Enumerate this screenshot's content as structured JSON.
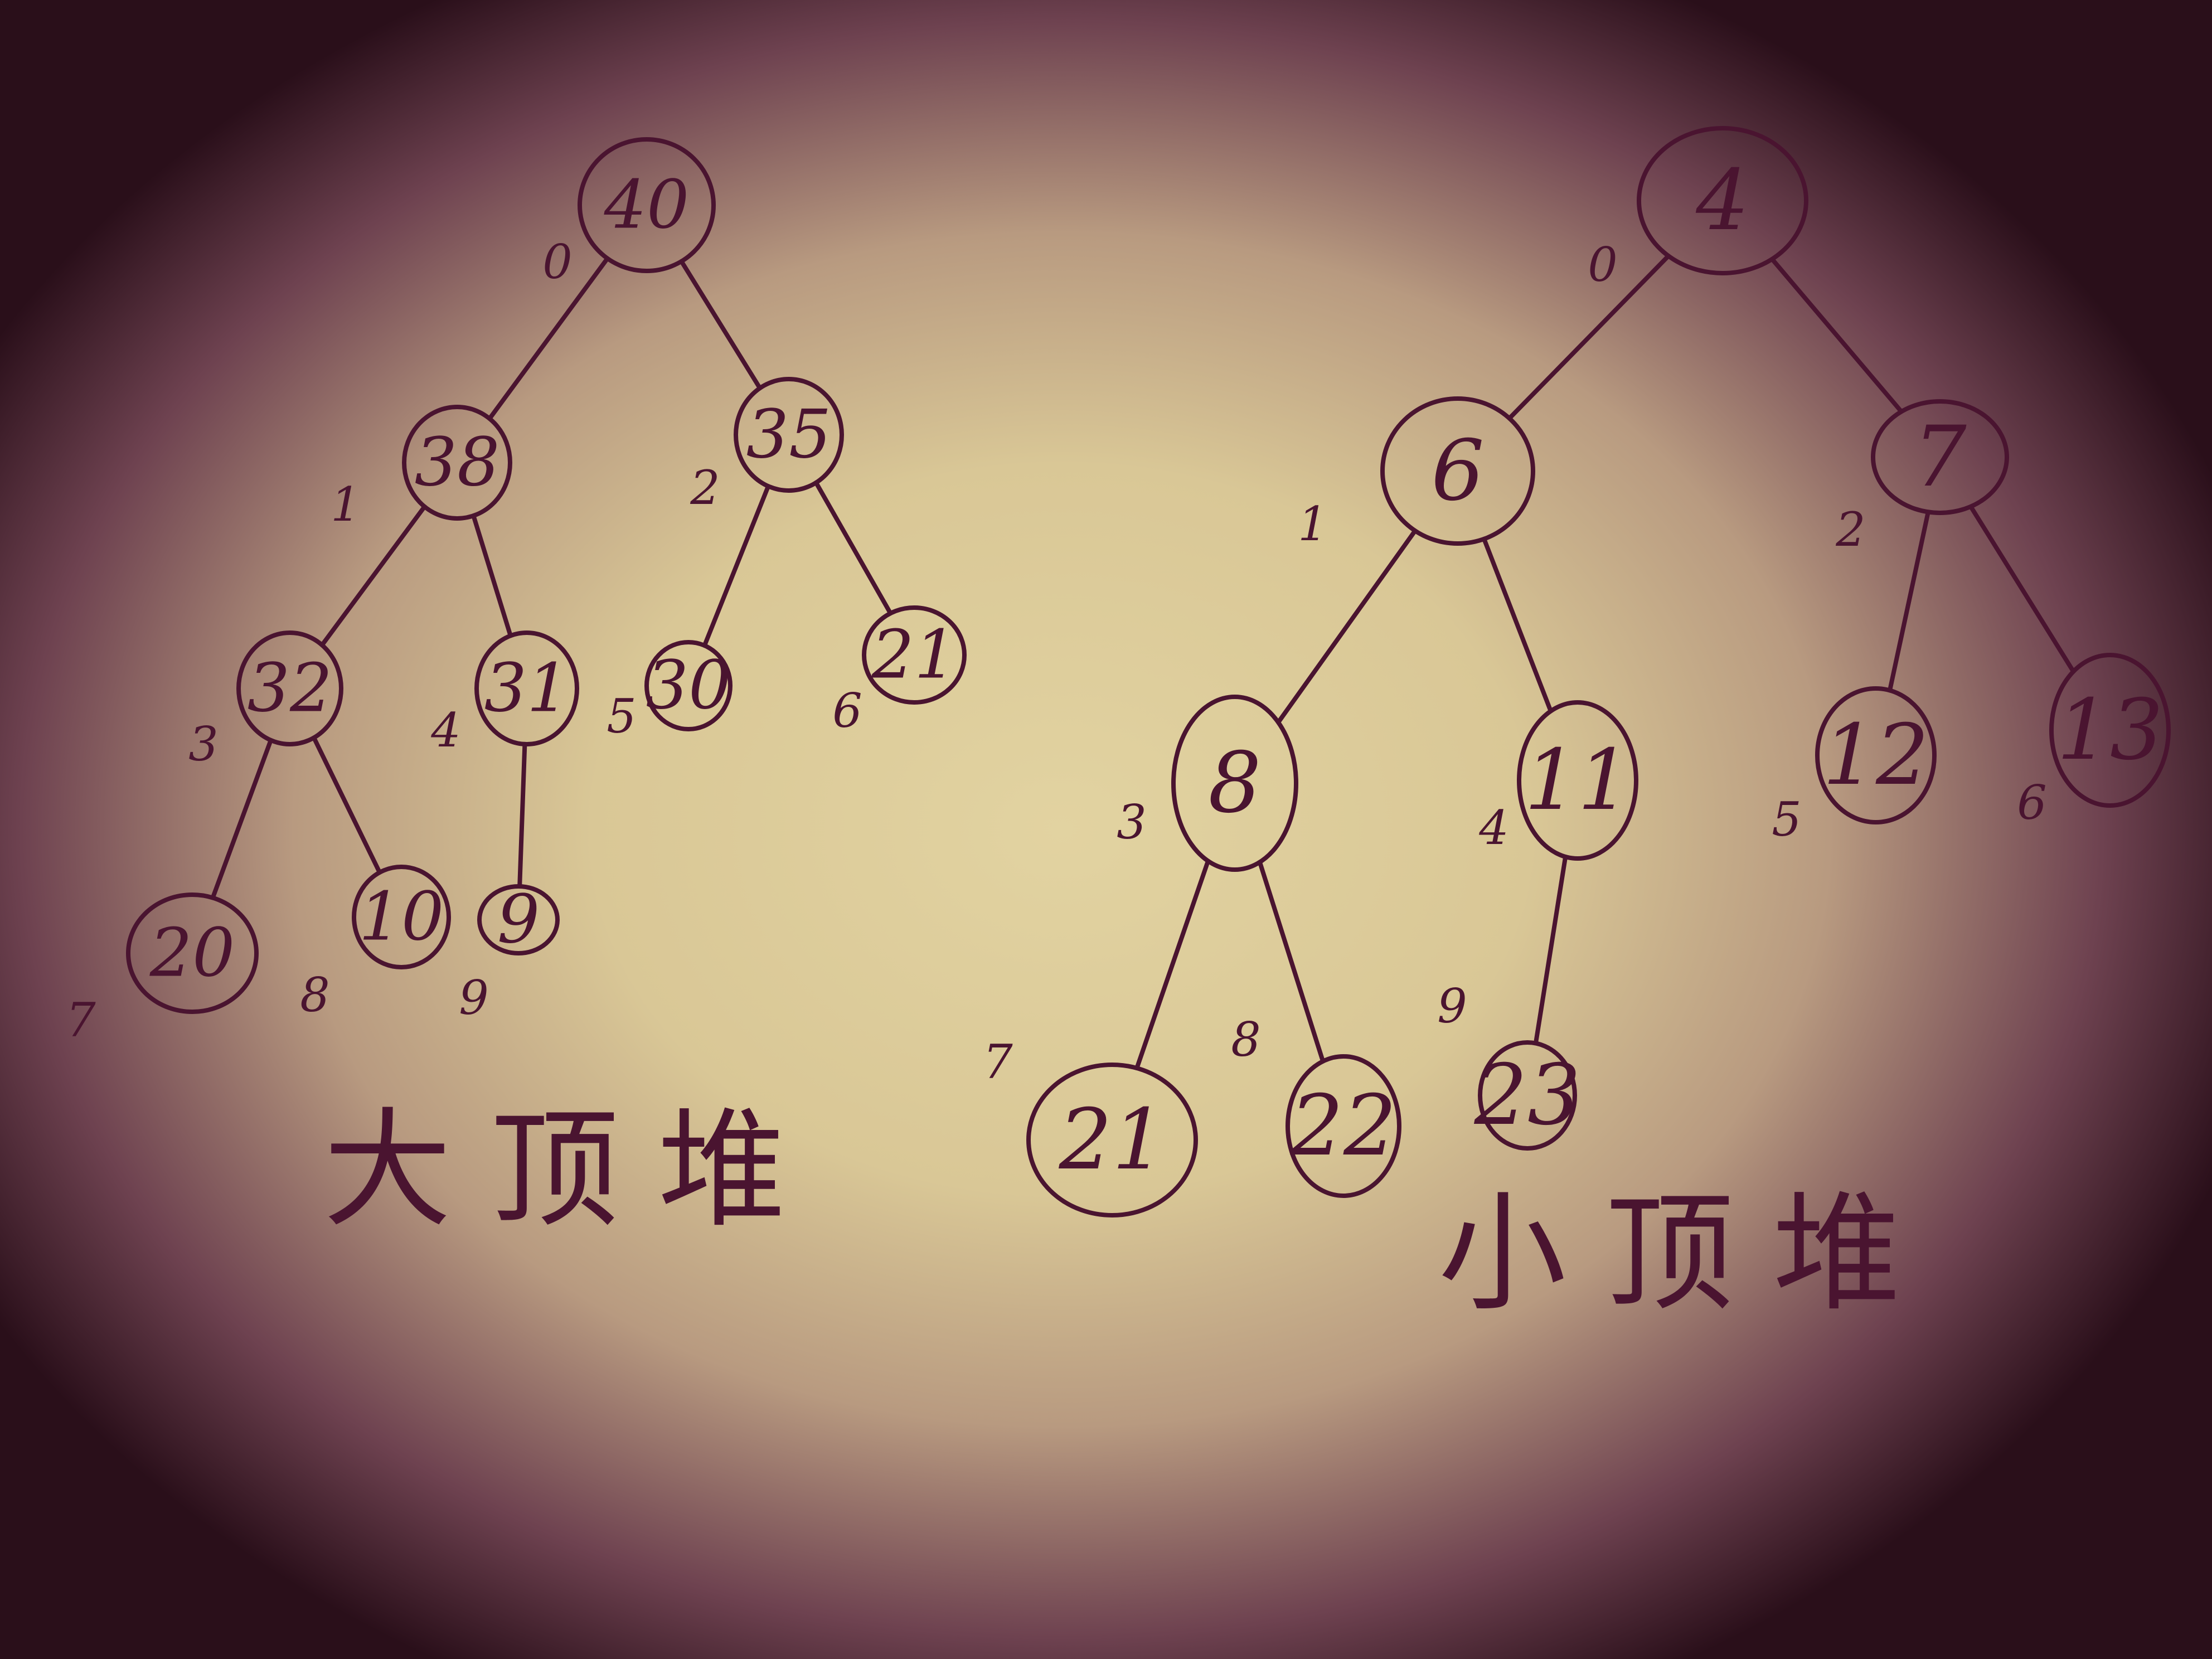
{
  "heaps": [
    {
      "id": "max-heap",
      "caption": "大顶堆",
      "nodes": [
        {
          "index": "0",
          "value": "40"
        },
        {
          "index": "1",
          "value": "38"
        },
        {
          "index": "2",
          "value": "35"
        },
        {
          "index": "3",
          "value": "32"
        },
        {
          "index": "4",
          "value": "31"
        },
        {
          "index": "5",
          "value": "30"
        },
        {
          "index": "6",
          "value": "21"
        },
        {
          "index": "7",
          "value": "20"
        },
        {
          "index": "8",
          "value": "10"
        },
        {
          "index": "9",
          "value": "9"
        }
      ],
      "edges": [
        [
          0,
          1
        ],
        [
          0,
          2
        ],
        [
          1,
          3
        ],
        [
          1,
          4
        ],
        [
          2,
          5
        ],
        [
          2,
          6
        ],
        [
          3,
          7
        ],
        [
          3,
          8
        ],
        [
          4,
          9
        ]
      ]
    },
    {
      "id": "min-heap",
      "caption": "小顶堆",
      "nodes": [
        {
          "index": "0",
          "value": "4"
        },
        {
          "index": "1",
          "value": "6"
        },
        {
          "index": "2",
          "value": "7"
        },
        {
          "index": "3",
          "value": "8"
        },
        {
          "index": "4",
          "value": "11"
        },
        {
          "index": "5",
          "value": "12"
        },
        {
          "index": "6",
          "value": "13"
        },
        {
          "index": "7",
          "value": "21"
        },
        {
          "index": "8",
          "value": "22"
        },
        {
          "index": "9",
          "value": "23"
        }
      ],
      "edges": [
        [
          0,
          1
        ],
        [
          0,
          2
        ],
        [
          1,
          3
        ],
        [
          1,
          4
        ],
        [
          2,
          5
        ],
        [
          2,
          6
        ],
        [
          3,
          7
        ],
        [
          3,
          8
        ],
        [
          4,
          9
        ]
      ]
    }
  ],
  "colors": {
    "ink": "#4a1430",
    "paper": "#dccb9a",
    "vignette": "#2a0f1a"
  }
}
